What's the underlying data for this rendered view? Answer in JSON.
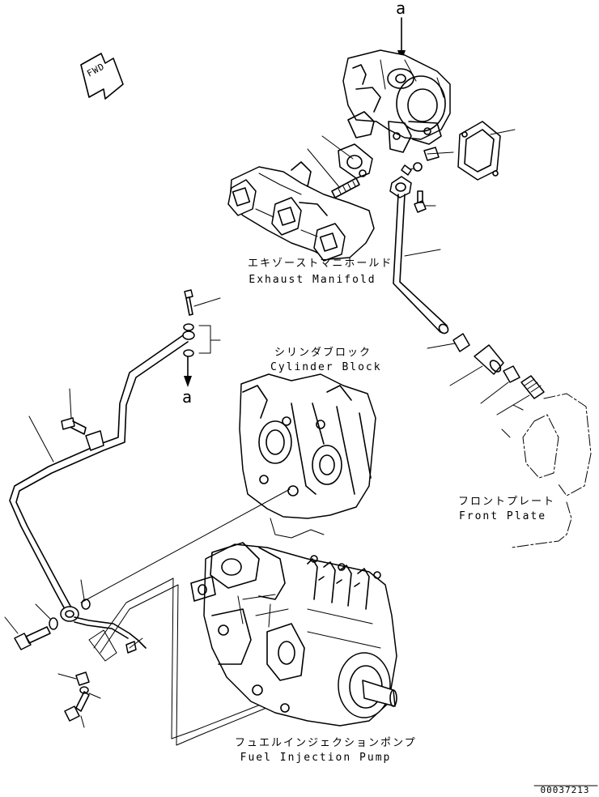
{
  "labels": {
    "exhaust_manifold_jp": "エキゾーストマニホールド",
    "exhaust_manifold_en": "Exhaust Manifold",
    "cylinder_block_jp": "シリンダブロック",
    "cylinder_block_en": "Cylinder Block",
    "front_plate_jp": "フロントプレート",
    "front_plate_en": "Front Plate",
    "fuel_pump_jp": "フュエルインジェクションポンプ",
    "fuel_pump_en": "Fuel Injection Pump"
  },
  "references": {
    "top": "a",
    "middle": "a"
  },
  "direction": "FWD",
  "drawing_number": "00037213"
}
